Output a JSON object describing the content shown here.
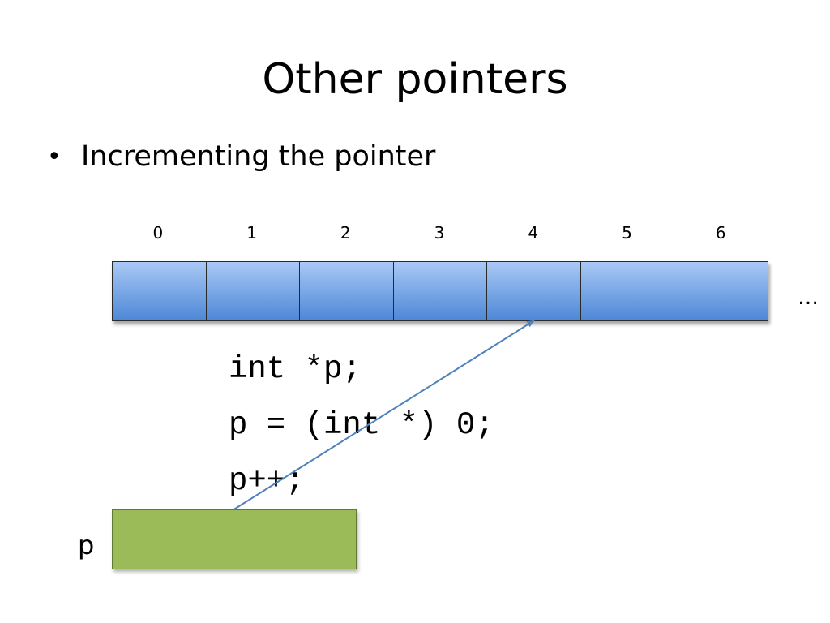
{
  "slide": {
    "title": "Other pointers",
    "bullet": "Incrementing the pointer",
    "indices": [
      "0",
      "1",
      "2",
      "3",
      "4",
      "5",
      "6"
    ],
    "ellipsis": "…",
    "code_lines": [
      "int *p;",
      "p = (int *) 0;",
      "p++;"
    ],
    "pointer_label": "p"
  },
  "colors": {
    "cell_fill_top": "#aac8f5",
    "cell_fill_bottom": "#4f87d6",
    "pointer_fill": "#9bbb59",
    "arrow": "#4f81bd"
  },
  "arrow": {
    "from": "pointer-box",
    "to_cell_index": 4
  }
}
